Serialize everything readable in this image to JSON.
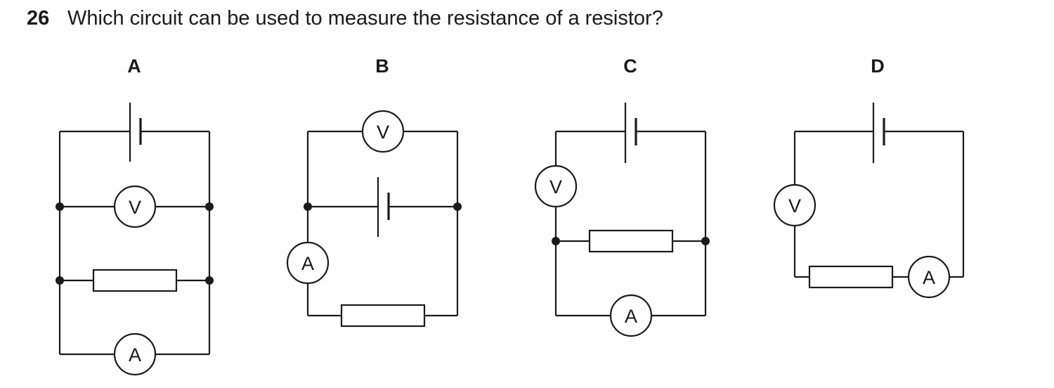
{
  "question": {
    "number": "26",
    "text": "Which circuit can be used to measure the resistance of a resistor?"
  },
  "options": {
    "a": {
      "letter": "A"
    },
    "b": {
      "letter": "B"
    },
    "c": {
      "letter": "C"
    },
    "d": {
      "letter": "D"
    }
  },
  "meters": {
    "voltmeter": "V",
    "ammeter": "A"
  }
}
